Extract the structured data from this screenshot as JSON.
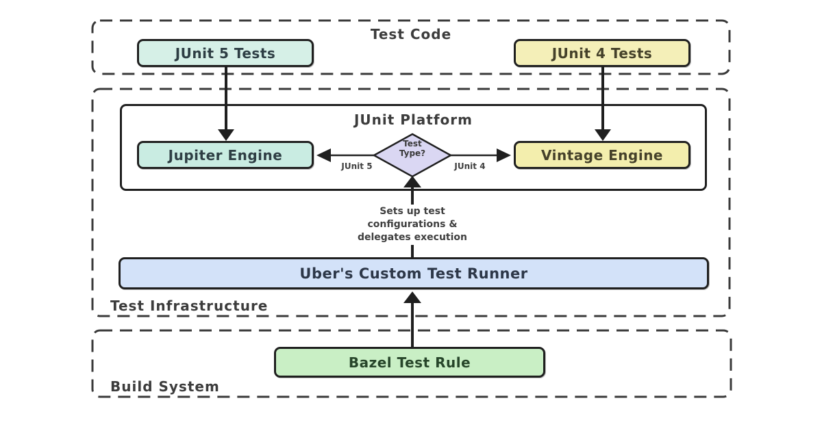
{
  "sections": {
    "test_code": {
      "label": "Test Code"
    },
    "test_infrastructure": {
      "label": "Test Infrastructure"
    },
    "build_system": {
      "label": "Build System"
    }
  },
  "platform": {
    "label": "JUnit Platform"
  },
  "nodes": {
    "junit5_tests": {
      "label": "JUnit 5 Tests",
      "fill": "#d6f0e7"
    },
    "junit4_tests": {
      "label": "JUnit 4 Tests",
      "fill": "#f4efb8"
    },
    "jupiter_engine": {
      "label": "Jupiter Engine",
      "fill": "#c9ece2"
    },
    "vintage_engine": {
      "label": "Vintage Engine",
      "fill": "#f3eead"
    },
    "test_type": {
      "line1": "Test",
      "line2": "Type?",
      "fill": "#dad7f3"
    },
    "uber_runner": {
      "label": "Uber's Custom Test Runner",
      "fill": "#d3e2f9"
    },
    "bazel_rule": {
      "label": "Bazel Test Rule",
      "fill": "#c9efc5"
    }
  },
  "edges": {
    "junit5_label": "JUnit 5",
    "junit4_label": "JUnit 4",
    "note_line1": "Sets up test",
    "note_line2": "configurations &",
    "note_line3": "delegates execution"
  },
  "colors": {
    "line": "#1f1f1f",
    "dashed_border": "#3a3a3a",
    "background": "#ffffff"
  }
}
